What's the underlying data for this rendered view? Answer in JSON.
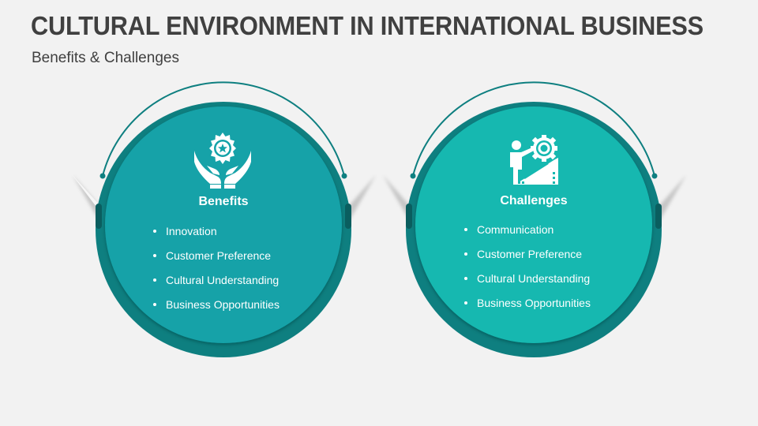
{
  "header": {
    "title": "CULTURAL ENVIRONMENT IN INTERNATIONAL BUSINESS",
    "subtitle": "Benefits & Challenges"
  },
  "colors": {
    "background": "#f2f2f2",
    "text_dark": "#404040",
    "benefits_fill": "#13a2a8",
    "challenges_fill": "#14b8b0",
    "ring_dark": "#0e7f80",
    "ring_shadow": "#0a5e5f"
  },
  "cards": [
    {
      "heading": "Benefits",
      "icon": "hands-holding-award-icon",
      "items": [
        "Innovation",
        "Customer Preference",
        "Cultural Understanding",
        "Business Opportunities"
      ]
    },
    {
      "heading": "Challenges",
      "icon": "person-climbing-gear-icon",
      "items": [
        "Communication",
        "Customer Preference",
        "Cultural Understanding",
        "Business Opportunities"
      ]
    }
  ]
}
